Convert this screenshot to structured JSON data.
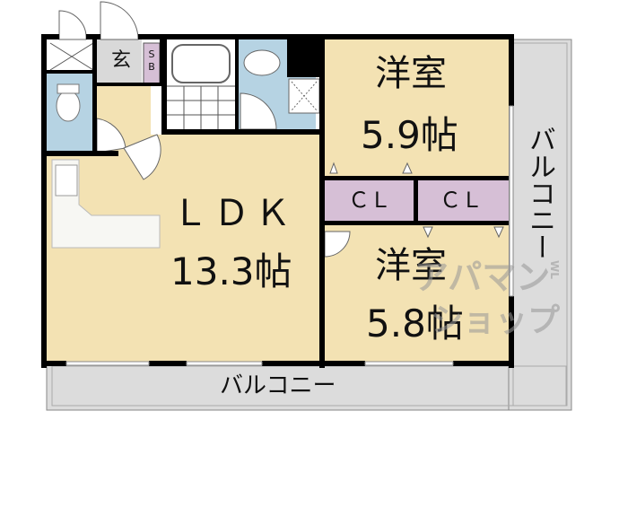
{
  "colors": {
    "room_floor": "#f3e2b3",
    "wet_area": "#b6d3e3",
    "closet": "#d6bfd6",
    "entrance": "#d9d9d9",
    "balcony": "#dcdcdc",
    "wall": "#000000",
    "watermark": "#9a9a9a"
  },
  "rooms": {
    "ldk": {
      "name": "ＬＤＫ",
      "size": "13.3帖"
    },
    "western_room_1": {
      "name": "洋室",
      "size": "5.9帖"
    },
    "western_room_2": {
      "name": "洋室",
      "size": "5.8帖"
    },
    "closet_1": {
      "label": "ＣＬ"
    },
    "closet_2": {
      "label": "ＣＬ"
    },
    "entrance": {
      "label": "玄"
    },
    "shoe_box": {
      "label": "SB"
    }
  },
  "balcony": {
    "south_label": "バルコニー",
    "east_label": "バルコニー"
  },
  "watermark": {
    "line1": "アパマン",
    "line2": "ショップ",
    "small": "WL"
  }
}
